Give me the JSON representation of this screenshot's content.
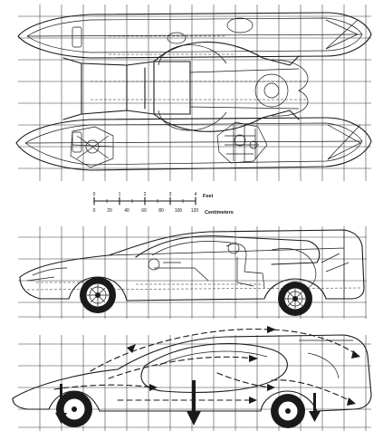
{
  "scale": {
    "feet_unit": "Feet",
    "cm_unit": "Centimeters",
    "feet_ticks": [
      "0",
      "1",
      "2",
      "3",
      "4"
    ],
    "cm_ticks": [
      "0",
      "20",
      "40",
      "60",
      "80",
      "100",
      "120"
    ]
  },
  "colors": {
    "ink": "#1a1a1a",
    "paper": "#ffffff"
  }
}
